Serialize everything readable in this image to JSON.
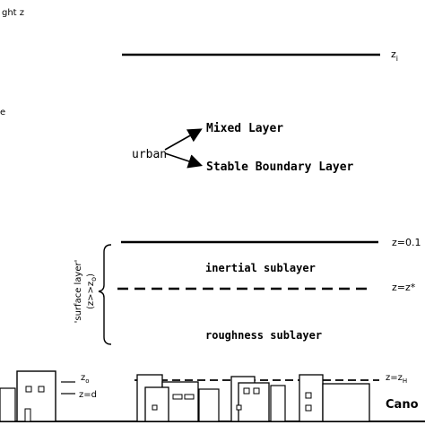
{
  "left_labels": {
    "height_axis": "ght z",
    "edge_char": "e"
  },
  "lines": {
    "zi_label": "z",
    "zi_sub": "i"
  },
  "urban": {
    "source": "urban",
    "mixed": "Mixed Layer",
    "stable": "Stable Boundary Layer"
  },
  "surface": {
    "label": "'surface layer'",
    "condition": "(z>>z",
    "condition_sub": "o",
    "condition_close": ")",
    "top_label": "z=0.1",
    "mid_label": "z=z*",
    "inertial": "inertial sublayer",
    "roughness": "roughness sublayer"
  },
  "canopy": {
    "zo": "z",
    "zo_sub": "o",
    "zd": "z=d",
    "zH": "z=z",
    "zH_sub": "H",
    "canopy_label": "Cano"
  }
}
